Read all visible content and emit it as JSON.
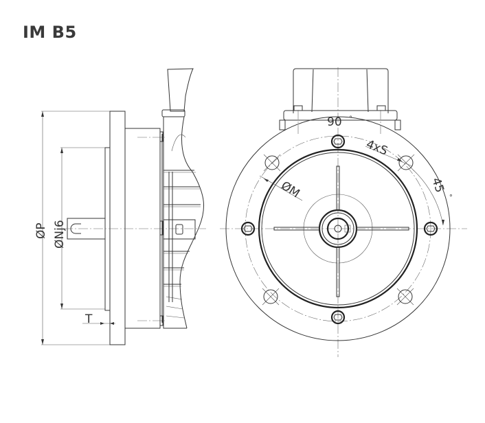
{
  "title": "IM B5",
  "side_view": {
    "labels": {
      "outer_diameter": "ØP",
      "spigot_diameter": "ØNj6",
      "spigot_depth": "T"
    }
  },
  "front_view": {
    "labels": {
      "angle_top": "90",
      "angle_side": "45",
      "degree_symbol": "°",
      "holes": "4xS",
      "bolt_circle": "ØM"
    }
  }
}
